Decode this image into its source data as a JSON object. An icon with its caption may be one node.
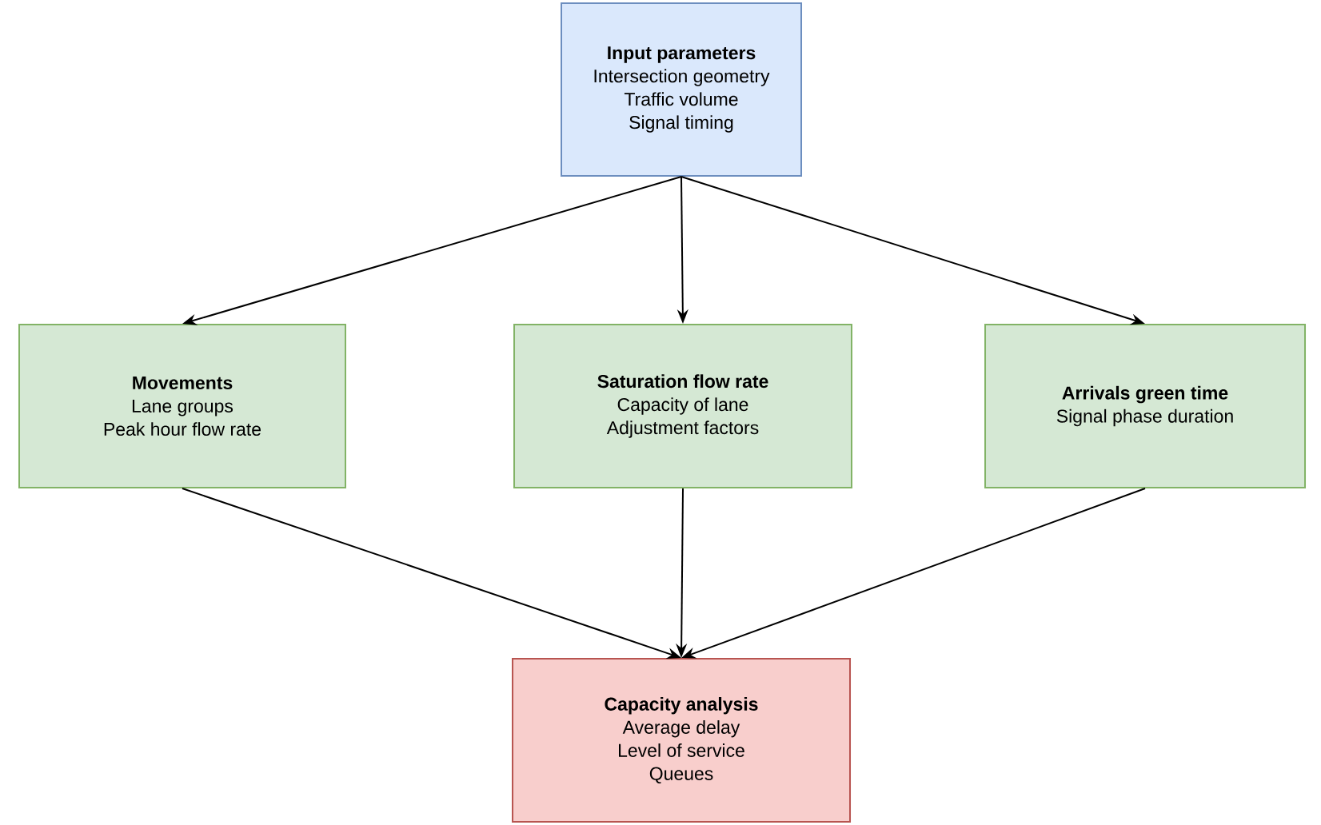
{
  "diagram": {
    "nodes": [
      {
        "text": [
          "Input parameters",
          "Intersection geometry",
          "Traffic volume",
          "Signal timing"
        ]
      },
      {
        "text": [
          "Movements",
          "Lane groups",
          "Peak hour flow rate"
        ]
      },
      {
        "text": [
          "Saturation flow rate",
          "Capacity of lane",
          "Adjustment factors"
        ]
      },
      {
        "text": [
          "Arrivals green time",
          "Signal phase duration"
        ]
      },
      {
        "text": [
          "Capacity analysis",
          "Average delay",
          "Level of service",
          "Queues"
        ]
      }
    ],
    "edges": [
      {
        "from": 0,
        "to": 1,
        "arrow": "to"
      },
      {
        "from": 0,
        "to": 2,
        "arrow": "to"
      },
      {
        "from": 0,
        "to": 3,
        "arrow": "to"
      },
      {
        "from": 1,
        "to": 4,
        "arrow": "to"
      },
      {
        "from": 2,
        "to": 4,
        "arrow": "to"
      },
      {
        "from": 3,
        "to": 4,
        "arrow": "to"
      }
    ]
  }
}
